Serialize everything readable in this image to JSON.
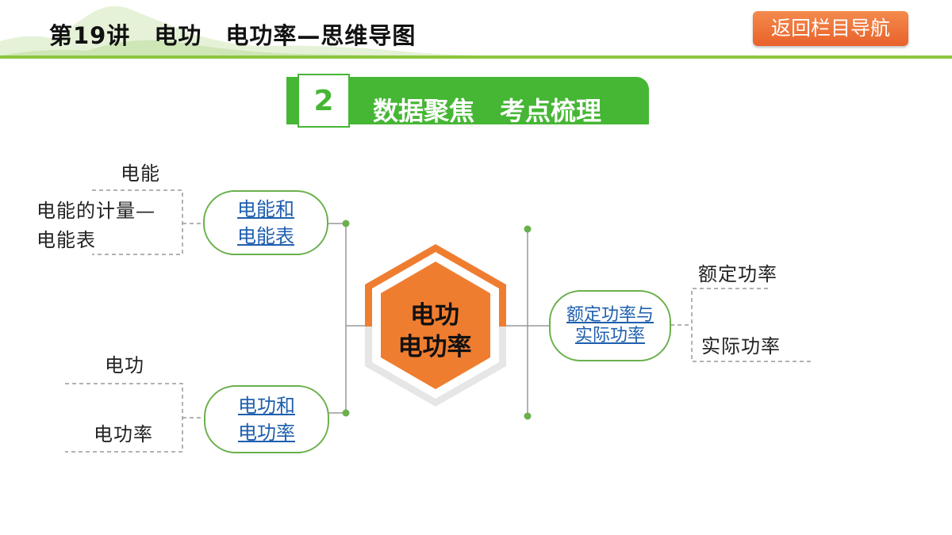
{
  "header": {
    "title": "第19讲　电功　电功率—思维导图",
    "nav_button": "返回栏目导航"
  },
  "section_banner": {
    "number": "2",
    "label": "数据聚焦　考点梳理"
  },
  "mind_map": {
    "center": {
      "line1": "电功",
      "line2": "电功率"
    },
    "branches": [
      {
        "line1": "电能和",
        "line2": "电能表",
        "leaves": [
          "电能",
          "电能的计量—",
          "电能表"
        ]
      },
      {
        "line1": "电功和",
        "line2": "电功率",
        "leaves": [
          "电功",
          "电功率"
        ]
      },
      {
        "line1": "额定功率与",
        "line2": "实际功率",
        "leaves": [
          "额定功率",
          "实际功率"
        ]
      }
    ]
  },
  "colors": {
    "accent_green": "#46b635",
    "node_border_green": "#6ab04c",
    "link_blue": "#1f5fae",
    "center_orange": "#ef7d30",
    "nav_orange": "#ee6f35"
  }
}
